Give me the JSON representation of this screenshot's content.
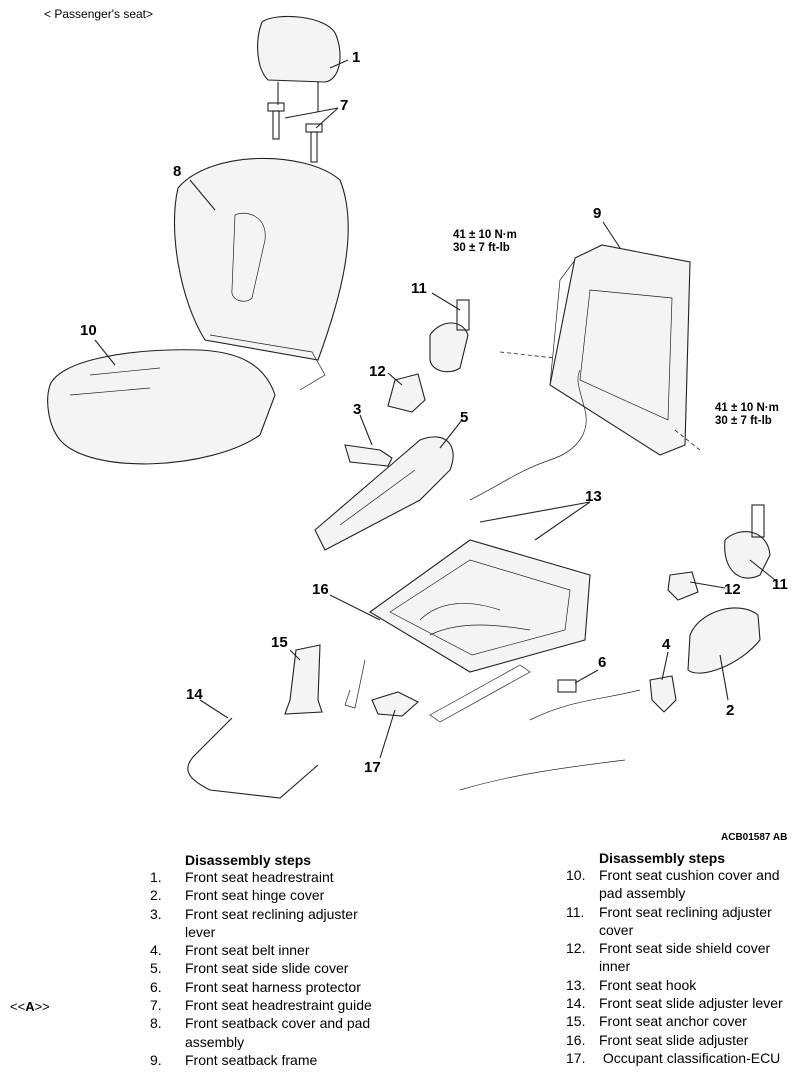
{
  "caption": "< Passenger's seat>",
  "figure_id": "ACB01587 AB",
  "torque_1": {
    "line1": "41 ± 10 N·m",
    "line2": "30 ± 7 ft-lb"
  },
  "torque_2": {
    "line1": "41 ± 10 N·m",
    "line2": "30 ± 7 ft-lb"
  },
  "callouts": [
    "1",
    "7",
    "8",
    "10",
    "9",
    "11",
    "12",
    "3",
    "5",
    "13",
    "16",
    "15",
    "14",
    "17",
    "6",
    "4",
    "2",
    "12",
    "11"
  ],
  "ref_marker": {
    "prefix": "<<",
    "letter": "A",
    "suffix": ">>"
  },
  "steps_left": {
    "title": "Disassembly steps",
    "items": [
      {
        "num": "1.",
        "text": "Front seat headrestraint",
        "cont": ""
      },
      {
        "num": "2.",
        "text": "Front seat hinge cover",
        "cont": ""
      },
      {
        "num": "3.",
        "text": "Front seat reclining adjuster",
        "cont": "lever"
      },
      {
        "num": "4.",
        "text": "Front seat belt inner",
        "cont": ""
      },
      {
        "num": "5.",
        "text": "Front seat side slide cover",
        "cont": ""
      },
      {
        "num": "6.",
        "text": "Front seat harness protector",
        "cont": ""
      },
      {
        "num": "7.",
        "text": "Front seat headrestraint guide",
        "cont": ""
      },
      {
        "num": "8.",
        "text": "Front seatback cover and pad",
        "cont": "assembly"
      },
      {
        "num": "9.",
        "text": "Front seatback frame",
        "cont": ""
      }
    ]
  },
  "steps_right": {
    "title": "Disassembly steps",
    "items": [
      {
        "num": "10.",
        "text": "Front seat cushion cover and",
        "cont": "pad assembly"
      },
      {
        "num": "11.",
        "text": "Front seat reclining adjuster",
        "cont": "cover"
      },
      {
        "num": "12.",
        "text": "Front seat side shield cover",
        "cont": "inner"
      },
      {
        "num": "13.",
        "text": "Front seat hook",
        "cont": ""
      },
      {
        "num": "14.",
        "text": "Front seat slide adjuster lever",
        "cont": ""
      },
      {
        "num": "15.",
        "text": "Front seat anchor cover",
        "cont": ""
      },
      {
        "num": "16.",
        "text": "Front seat slide adjuster",
        "cont": ""
      },
      {
        "num": "17.",
        "text": " Occupant classification-ECU",
        "cont": ""
      }
    ]
  }
}
